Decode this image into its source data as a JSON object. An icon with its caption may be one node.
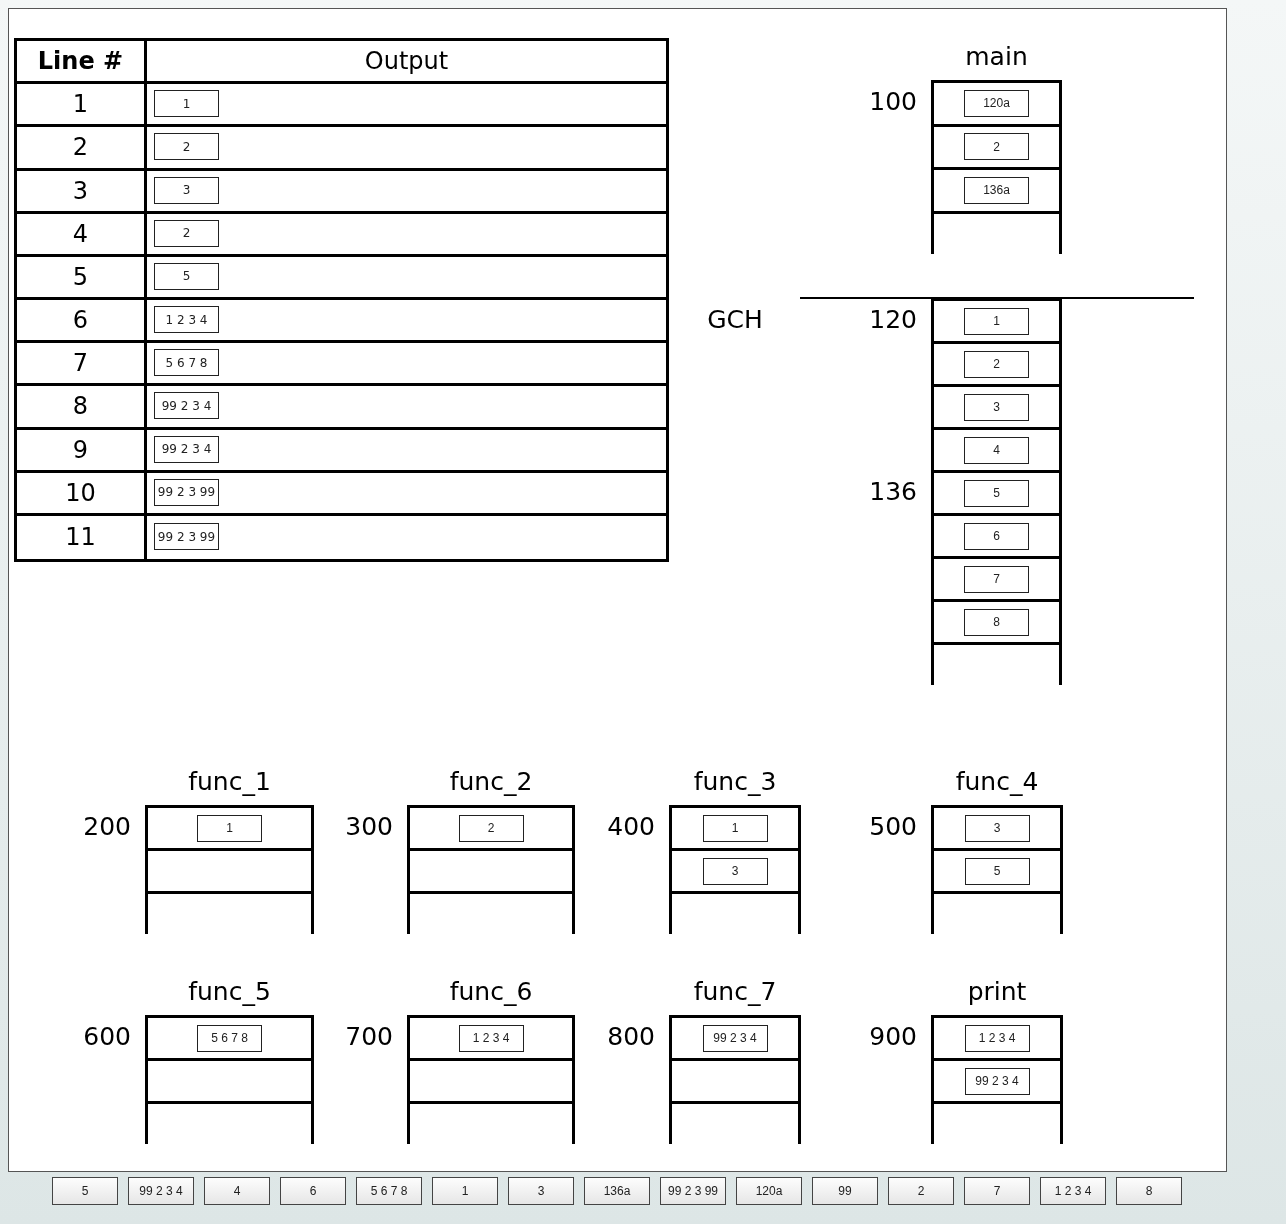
{
  "diagram": {
    "nodes": [
      {
        "text": [
          "1"
        ]
      },
      {
        "text": [
          "2"
        ]
      },
      {
        "text": [
          "3"
        ]
      },
      {
        "text": [
          "2"
        ]
      },
      {
        "text": [
          "5"
        ]
      },
      {
        "text": [
          "1 2 3 4"
        ]
      },
      {
        "text": [
          "5 6 7 8"
        ]
      },
      {
        "text": [
          "99 2 3 4"
        ]
      },
      {
        "text": [
          "99 2 3 4"
        ]
      },
      {
        "text": [
          "99 2 3 99"
        ]
      },
      {
        "text": [
          "99 2 3 99"
        ]
      },
      {
        "text": [
          "main"
        ],
        "beside": [
          "100"
        ]
      },
      {
        "text": [
          "120a"
        ],
        "in": 11
      },
      {
        "text": [
          "2"
        ],
        "in": 11
      },
      {
        "text": [
          "136a"
        ],
        "in": 11
      },
      {
        "text": [
          "GCH"
        ],
        "beside": [
          "120",
          "136"
        ]
      },
      {
        "text": [
          "1"
        ],
        "in": 15
      },
      {
        "text": [
          "2"
        ],
        "in": 15
      },
      {
        "text": [
          "3"
        ],
        "in": 15
      },
      {
        "text": [
          "4"
        ],
        "in": 15
      },
      {
        "text": [
          "5"
        ],
        "in": 15
      },
      {
        "text": [
          "6"
        ],
        "in": 15
      },
      {
        "text": [
          "7"
        ],
        "in": 15
      },
      {
        "text": [
          "8"
        ],
        "in": 15
      },
      {
        "text": [
          "func_1"
        ],
        "beside": [
          "200"
        ]
      },
      {
        "text": [
          "1"
        ],
        "in": 24
      },
      {
        "text": [
          "func_2"
        ],
        "beside": [
          "300"
        ]
      },
      {
        "text": [
          "2"
        ],
        "in": 26
      },
      {
        "text": [
          "func_3"
        ],
        "beside": [
          "400"
        ]
      },
      {
        "text": [
          "1"
        ],
        "in": 28
      },
      {
        "text": [
          "3"
        ],
        "in": 28
      },
      {
        "text": [
          "func_4"
        ],
        "beside": [
          "500"
        ]
      },
      {
        "text": [
          "3"
        ],
        "in": 31
      },
      {
        "text": [
          "5"
        ],
        "in": 31
      },
      {
        "text": [
          "func_5"
        ],
        "beside": [
          "600"
        ]
      },
      {
        "text": [
          "5 6 7 8"
        ],
        "in": 34
      },
      {
        "text": [
          "func_6"
        ],
        "beside": [
          "700"
        ]
      },
      {
        "text": [
          "1 2 3 4"
        ],
        "in": 36
      },
      {
        "text": [
          "func_7"
        ],
        "beside": [
          "800"
        ]
      },
      {
        "text": [
          "99 2 3 4"
        ],
        "in": 38
      },
      {
        "text": [
          "print"
        ],
        "beside": [
          "900"
        ]
      },
      {
        "text": [
          "1 2 3 4"
        ],
        "in": 40
      },
      {
        "text": [
          "99 2 3 4"
        ],
        "in": 40
      },
      {
        "text": [
          "5"
        ]
      },
      {
        "text": [
          "99 2 3 4"
        ]
      },
      {
        "text": [
          "4"
        ]
      },
      {
        "text": [
          "6"
        ]
      },
      {
        "text": [
          "5 6 7 8"
        ]
      },
      {
        "text": [
          "1"
        ]
      },
      {
        "text": [
          "3"
        ]
      },
      {
        "text": [
          "136a"
        ]
      },
      {
        "text": [
          "99 2 3 99"
        ]
      },
      {
        "text": [
          "120a"
        ]
      },
      {
        "text": [
          "99"
        ]
      },
      {
        "text": [
          "2"
        ]
      },
      {
        "text": [
          "7"
        ]
      },
      {
        "text": [
          "1 2 3 4"
        ]
      },
      {
        "text": [
          "8"
        ]
      }
    ],
    "edges": [],
    "labels": [
      "Line #",
      "Output",
      "1",
      "2",
      "3",
      "4",
      "5",
      "6",
      "7",
      "8",
      "9",
      "10",
      "11"
    ]
  }
}
